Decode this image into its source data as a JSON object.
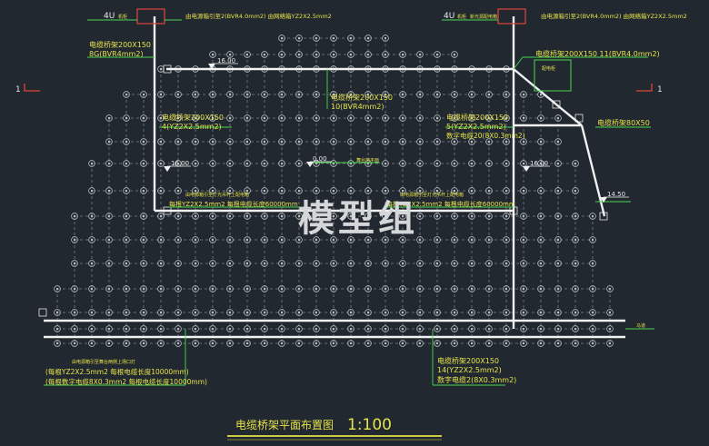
{
  "watermark": "模型组",
  "title": {
    "name": "电缆桥架平面布置图",
    "scale": "1:100"
  },
  "section_marks": {
    "left": "1",
    "right": "1"
  },
  "equipment_left": {
    "code": "4U",
    "tag1": "机柜",
    "line": "由电源箱引至2(BVR4.0mm2) 由网络箱YZ2X2.5mm2"
  },
  "equipment_right": {
    "code": "4U",
    "tag1": "机柜",
    "tag2": "新光源配电箱",
    "line": "由电源箱引至2(BVR4.0mm2) 由网络箱YZ2X2.5mm2"
  },
  "labels": {
    "tray_top_left": [
      "电缆桥架200X150",
      "8G(BVR4mm2)"
    ],
    "tray_top_right": "电缆桥架200X150  11(BVR4.0mm2)",
    "tray_center": [
      "电缆桥架200X150",
      "10(BVR4mm2)"
    ],
    "tray_left_mid": [
      "电缆桥架200X150",
      "4(YZ2X2.5mm2)"
    ],
    "tray_right_mid": [
      "电缆桥架200X150",
      "5(YZ2X2.5mm2)",
      "数字电缆20(8X0.3mm2)"
    ],
    "tray_right_edge": "电缆桥架80X50",
    "cable_left_note": [
      "由电源箱引至灯光吊杆上配电箱",
      "每根YZ2X2.5mm2 每根电缆长度60000mm"
    ],
    "cable_right_note": [
      "由电源箱引至灯光吊杆上配电箱",
      "每根YZ2X2.5mm2 每根电缆长度60000mm"
    ],
    "bottom_left_note": [
      "由电源箱引至舞台两侧上场口灯",
      "(每根YZ2X2.5mm2 每根电缆长度10000mm)",
      "(每根数字电缆8X0.3mm2 每根电缆长度10000mm)"
    ],
    "bottom_right_note": [
      "电缆桥架200X150",
      "14(YZ2X2.5mm2)",
      "数字电缆2(8X0.3mm2)"
    ],
    "stage_plane": "舞台地平面",
    "right_box": "配电柜",
    "right_short": "马道"
  },
  "elevations": {
    "top": "16.00",
    "left": "16.00",
    "right": "16.00",
    "center": "0.00",
    "edge": "14.50"
  }
}
